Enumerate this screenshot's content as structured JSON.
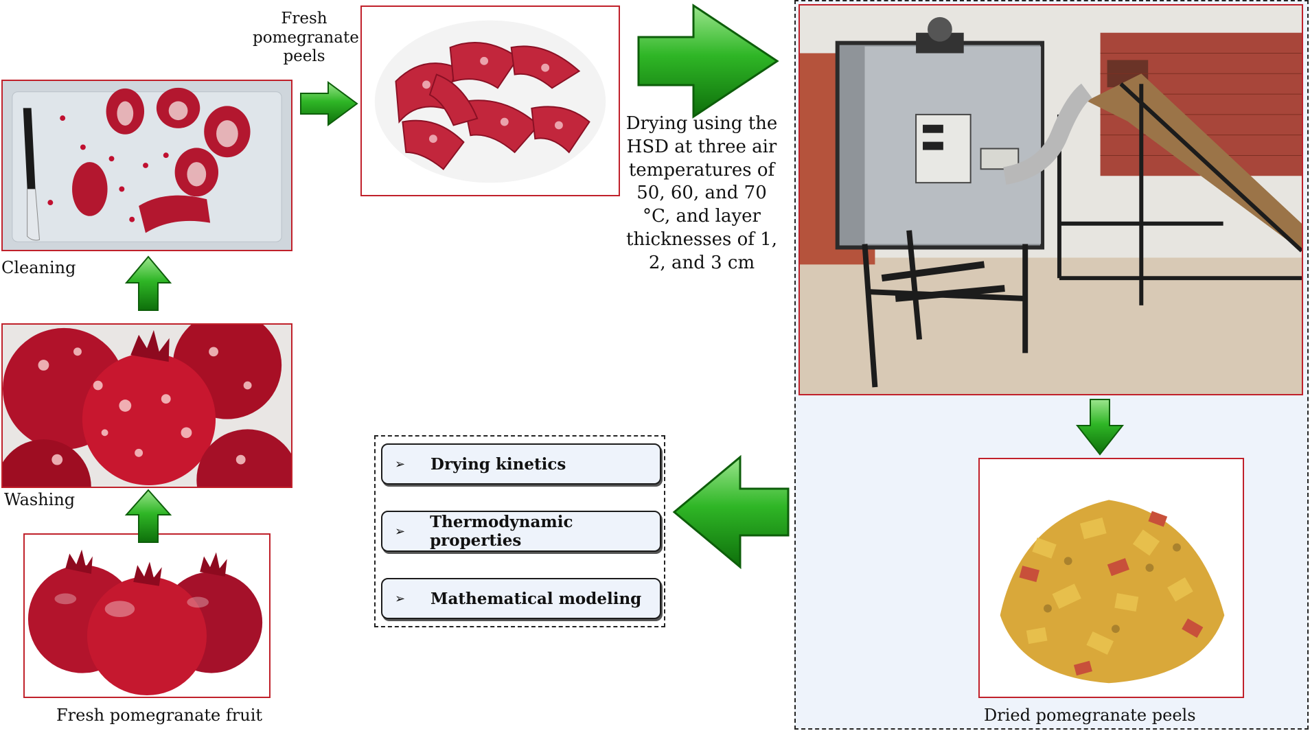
{
  "captions": {
    "fresh_peels": "Fresh pomegranate peels",
    "cleaning": "Cleaning",
    "washing": "Washing",
    "fresh_fruit": "Fresh pomegranate fruit",
    "dried_peels": "Dried pomegranate peels",
    "drying_process": "Drying  using the HSD at three air temperatures of 50, 60, and 70 °C, and layer thicknesses of 1, 2, and 3 cm"
  },
  "analyses": [
    {
      "label": "Drying kinetics"
    },
    {
      "label": "Thermodynamic properties"
    },
    {
      "label": "Mathematical modeling"
    }
  ],
  "bullet_glyph": "➢",
  "colors": {
    "photo_border": "#c0202a",
    "arrow_fill": "#22a81e",
    "arrow_dark": "#0d5e0a",
    "panel_bg": "#eef3fb",
    "result_box_bg": "#eef3fb"
  }
}
